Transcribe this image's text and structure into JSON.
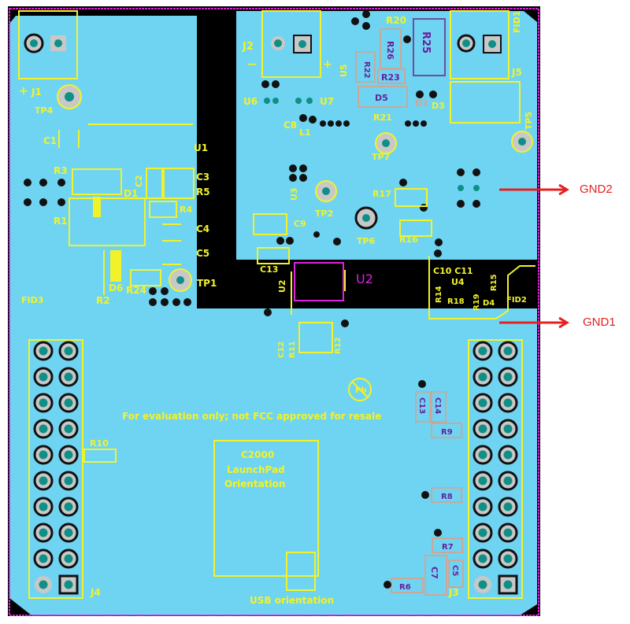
{
  "board": {
    "colors": {
      "copper": "#6fd4f2",
      "void": "#000000",
      "silkscreen": "#f2f22a",
      "bottom_silk": "#c9a89a",
      "outline": "#e020e0",
      "pad": "#c8c8c8",
      "drill": "#0f8f86",
      "annotation": "#e62020"
    },
    "top_labels": {
      "J1": "J1",
      "TP4": "TP4",
      "C1": "C1",
      "U1": "U1",
      "R3": "R3",
      "R1": "R1",
      "D1": "D1",
      "C2": "C2",
      "C3": "C3",
      "R5": "R5",
      "R4": "R4",
      "C4": "C4",
      "C5": "C5",
      "TP1": "TP1",
      "D6": "D6",
      "R24": "R24",
      "R2": "R2",
      "FID3": "FID3",
      "J2": "J2",
      "J2_minus": "—",
      "J2_plus": "+",
      "J1_plus": "+",
      "U6": "U6",
      "U7": "U7",
      "U5": "U5",
      "C8": "C8",
      "L1": "L1",
      "R20": "R20",
      "R21": "R21",
      "D3": "D3",
      "TP7": "TP7",
      "J5": "J5",
      "FID1": "FID1",
      "TP5": "TP5",
      "U3": "U3",
      "TP2": "TP2",
      "TP6": "TP6",
      "C9": "C9",
      "R17": "R17",
      "R16": "R16",
      "C13": "C13",
      "U2": "U2",
      "U2_outline": "U2",
      "C10_C11": "C10 C11",
      "U4": "U4",
      "R14": "R14",
      "R18": "R18",
      "R19": "R19",
      "D4": "D4",
      "R15": "R15",
      "FID2": "FID2",
      "C12": "C12",
      "R11": "R11",
      "R12": "R12",
      "R10": "R10",
      "J4": "J4",
      "J3": "J3"
    },
    "bottom_labels": {
      "R22": "R22",
      "R23": "R23",
      "R25": "R25",
      "R26": "R26",
      "D5": "D5",
      "D2": "D2",
      "C13": "C13",
      "C14": "C14",
      "R9": "R9",
      "R8": "R8",
      "R7": "R7",
      "R6": "R6",
      "C5": "C5",
      "C7": "C7"
    },
    "notice": "For evaluation only; not FCC approved for resale",
    "launchpad_box": [
      "C2000",
      "LaunchPad",
      "Orientation"
    ],
    "usb_label": "USB orientation",
    "pb_free_symbol": "Pb"
  },
  "annotations": [
    {
      "label": "GND2",
      "arrow": "right"
    },
    {
      "label": "GND1",
      "arrow": "right"
    }
  ]
}
